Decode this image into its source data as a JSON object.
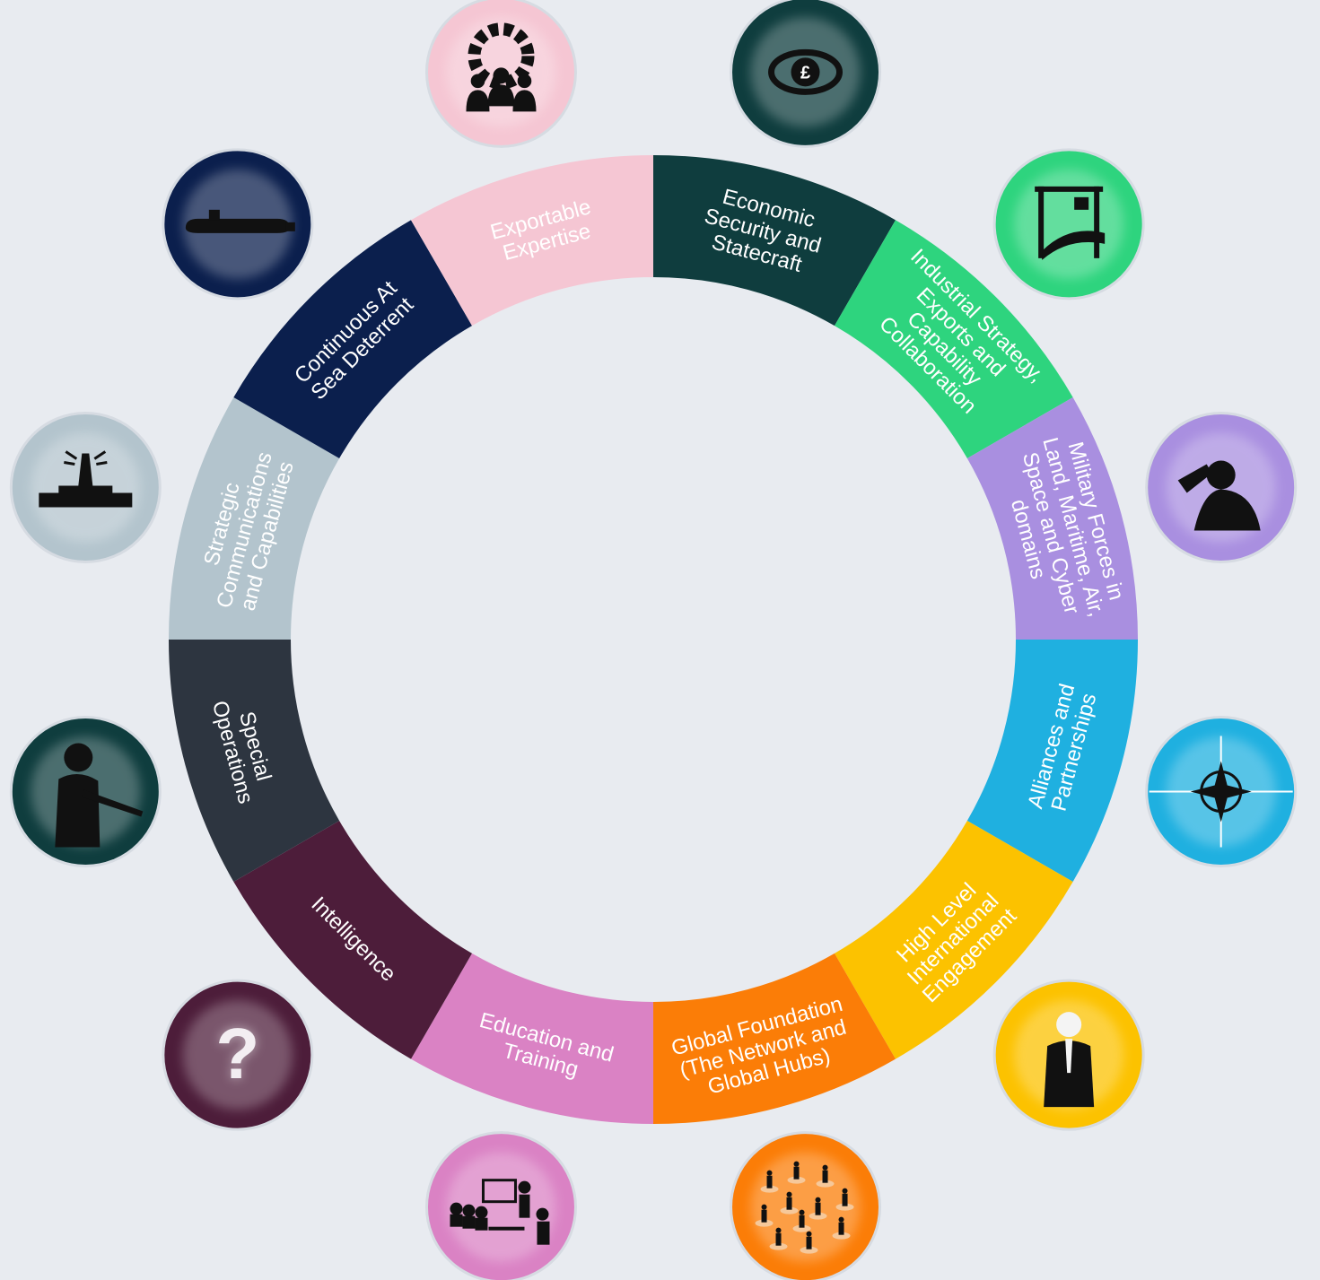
{
  "segments": [
    {
      "id": "economic",
      "color": "#0f3d3e",
      "lines": [
        "Economic",
        "Security and",
        "Statecraft"
      ],
      "icon_name": "pound-exchange-eye-icon",
      "icon_bg": "#0f3d3e"
    },
    {
      "id": "industrial",
      "color": "#2ed47e",
      "lines": [
        "Industrial Strategy,",
        "Exports and",
        "Capability",
        "Collaboration"
      ],
      "icon_name": "shipyard-crane-icon",
      "icon_bg": "#2ed47e"
    },
    {
      "id": "military",
      "color": "#a98fe0",
      "lines": [
        "Military Forces in",
        "Land, Maritime, Air,",
        "Space and Cyber",
        "domains"
      ],
      "icon_name": "saluting-soldier-icon",
      "icon_bg": "#a98fe0"
    },
    {
      "id": "alliances",
      "color": "#1fb0e0",
      "lines": [
        "Alliances and",
        "Partnerships"
      ],
      "icon_name": "compass-star-icon",
      "icon_bg": "#1fb0e0"
    },
    {
      "id": "highlevel",
      "color": "#fcc200",
      "lines": [
        "High Level",
        "International",
        "Engagement"
      ],
      "icon_name": "official-figure-icon",
      "icon_bg": "#fcc200"
    },
    {
      "id": "global",
      "color": "#fb7d07",
      "lines": [
        "Global Foundation",
        "(The Network and",
        "Global Hubs)"
      ],
      "icon_name": "people-network-icon",
      "icon_bg": "#fb7d07"
    },
    {
      "id": "education",
      "color": "#da82c4",
      "lines": [
        "Education and",
        "Training"
      ],
      "icon_name": "classroom-icon",
      "icon_bg": "#da82c4"
    },
    {
      "id": "intelligence",
      "color": "#4d1d3a",
      "lines": [
        "Intelligence"
      ],
      "icon_name": "question-mark-icon",
      "icon_bg": "#4d1d3a"
    },
    {
      "id": "special",
      "color": "#2d3540",
      "lines": [
        "Special",
        "Operations"
      ],
      "icon_name": "armed-soldier-icon",
      "icon_bg": "#0f3d3e"
    },
    {
      "id": "stratcom",
      "color": "#b3c4cd",
      "lines": [
        "Strategic",
        "Communications",
        "and Capabilities"
      ],
      "icon_name": "broadcast-tower-icon",
      "icon_bg": "#b3c4cd"
    },
    {
      "id": "casd",
      "color": "#0b1f4d",
      "lines": [
        "Continuous At",
        "Sea Deterrent"
      ],
      "icon_name": "submarine-icon",
      "icon_bg": "#0b1f4d"
    },
    {
      "id": "exportable",
      "color": "#f5c6d3",
      "lines": [
        "Exportable",
        "Expertise"
      ],
      "icon_name": "gear-team-icon",
      "icon_bg": "#f5c6d3"
    }
  ]
}
